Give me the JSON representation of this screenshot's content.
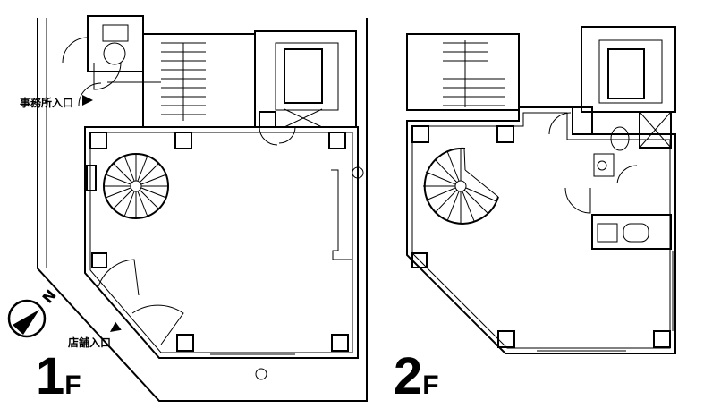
{
  "labels": {
    "office_entrance": "事務所入口",
    "shop_entrance": "店舗入口",
    "north": "N"
  },
  "floors": [
    {
      "number": "1",
      "suffix": "F"
    },
    {
      "number": "2",
      "suffix": "F"
    }
  ]
}
